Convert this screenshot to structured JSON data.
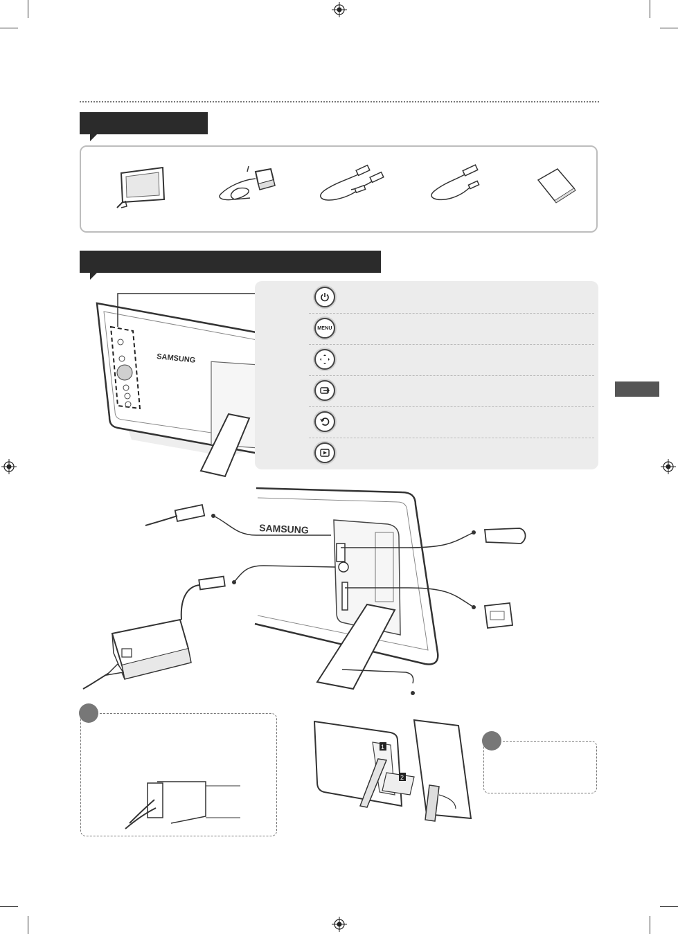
{
  "branding": {
    "logo_text": "SAMSUNG"
  },
  "colors": {
    "tab_background": "#2b2b2b",
    "panel_background": "#ececec",
    "side_tab": "#555555",
    "note_badge": "#777777"
  },
  "components": {
    "items": [
      {
        "icon": "photo-frame-icon"
      },
      {
        "icon": "power-adapter-icon"
      },
      {
        "icon": "usb-y-cable-icon"
      },
      {
        "icon": "usb-cable-icon"
      },
      {
        "icon": "user-manual-icon"
      }
    ]
  },
  "buttons": {
    "items": [
      {
        "icon": "power-icon"
      },
      {
        "label": "MENU",
        "icon": "menu-button-icon"
      },
      {
        "icon": "direction-pad-icon"
      },
      {
        "icon": "enter-icon"
      },
      {
        "icon": "back-icon"
      },
      {
        "icon": "slideshow-icon"
      }
    ]
  },
  "stand_steps": [
    "1",
    "2"
  ]
}
